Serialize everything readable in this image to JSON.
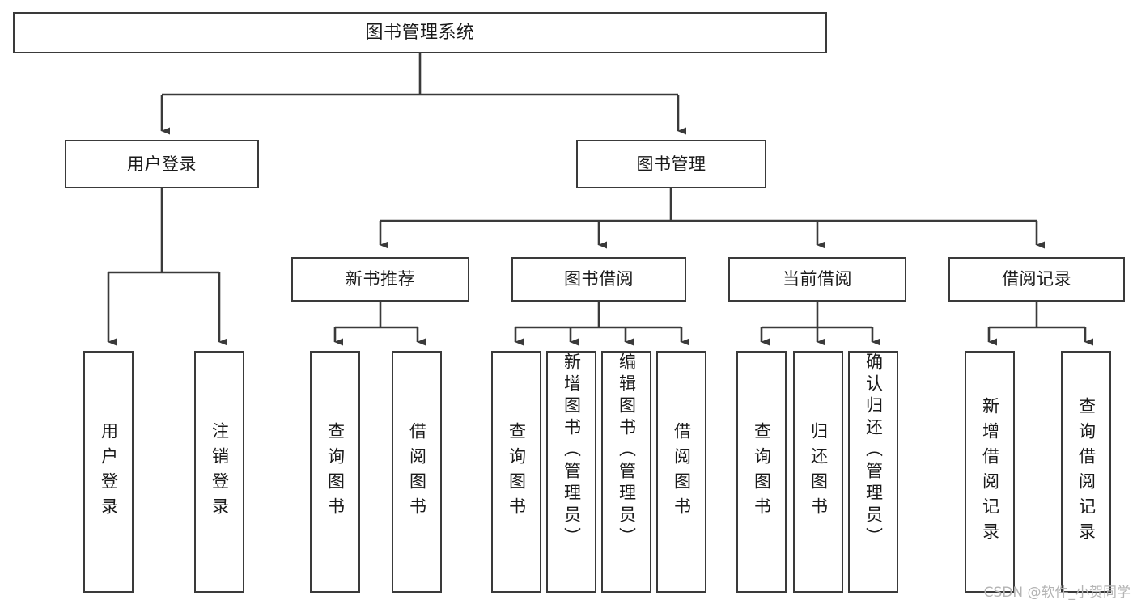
{
  "diagram": {
    "title": "图书管理系统",
    "type": "tree",
    "background": "#ffffff",
    "stroke_color": "#3a3a3a",
    "text_color": "#1a1a1a",
    "watermark": "CSDN @软件_小贺同学",
    "watermark_color": "#b4b4b4",
    "nodes": {
      "root": {
        "label": "图书管理系统",
        "level": 0
      },
      "user_login": {
        "label": "用户登录",
        "level": 1
      },
      "book_manage": {
        "label": "图书管理",
        "level": 1
      },
      "new_book_rec": {
        "label": "新书推荐",
        "level": 2
      },
      "book_borrow": {
        "label": "图书借阅",
        "level": 2
      },
      "current_borrow": {
        "label": "当前借阅",
        "level": 2
      },
      "borrow_record": {
        "label": "借阅记录",
        "level": 2
      },
      "leaf_user_login": {
        "label": "用户登录",
        "level": 3
      },
      "leaf_logout": {
        "label": "注销登录",
        "level": 3
      },
      "leaf_query_book_1": {
        "label": "查询图书",
        "level": 3
      },
      "leaf_borrow_book_1": {
        "label": "借阅图书",
        "level": 3
      },
      "leaf_query_book_2": {
        "label": "查询图书",
        "level": 3
      },
      "leaf_add_book": {
        "label": "新增图书（管理员）",
        "level": 3
      },
      "leaf_edit_book": {
        "label": "编辑图书（管理员）",
        "level": 3
      },
      "leaf_borrow_book_2": {
        "label": "借阅图书",
        "level": 3
      },
      "leaf_query_book_3": {
        "label": "查询图书",
        "level": 3
      },
      "leaf_return_book": {
        "label": "归还图书",
        "level": 3
      },
      "leaf_confirm_return": {
        "label": "确认归还（管理员）",
        "level": 3
      },
      "leaf_add_record": {
        "label": "新增借阅记录",
        "level": 3
      },
      "leaf_query_record": {
        "label": "查询借阅记录",
        "level": 3
      }
    },
    "edges": [
      {
        "from": "root",
        "to": "user_login"
      },
      {
        "from": "root",
        "to": "book_manage"
      },
      {
        "from": "user_login",
        "to": "leaf_user_login"
      },
      {
        "from": "user_login",
        "to": "leaf_logout"
      },
      {
        "from": "book_manage",
        "to": "new_book_rec"
      },
      {
        "from": "book_manage",
        "to": "book_borrow"
      },
      {
        "from": "book_manage",
        "to": "current_borrow"
      },
      {
        "from": "book_manage",
        "to": "borrow_record"
      },
      {
        "from": "new_book_rec",
        "to": "leaf_query_book_1"
      },
      {
        "from": "new_book_rec",
        "to": "leaf_borrow_book_1"
      },
      {
        "from": "book_borrow",
        "to": "leaf_query_book_2"
      },
      {
        "from": "book_borrow",
        "to": "leaf_add_book"
      },
      {
        "from": "book_borrow",
        "to": "leaf_edit_book"
      },
      {
        "from": "book_borrow",
        "to": "leaf_borrow_book_2"
      },
      {
        "from": "current_borrow",
        "to": "leaf_query_book_3"
      },
      {
        "from": "current_borrow",
        "to": "leaf_return_book"
      },
      {
        "from": "current_borrow",
        "to": "leaf_confirm_return"
      },
      {
        "from": "borrow_record",
        "to": "leaf_add_record"
      },
      {
        "from": "borrow_record",
        "to": "leaf_query_record"
      }
    ]
  }
}
